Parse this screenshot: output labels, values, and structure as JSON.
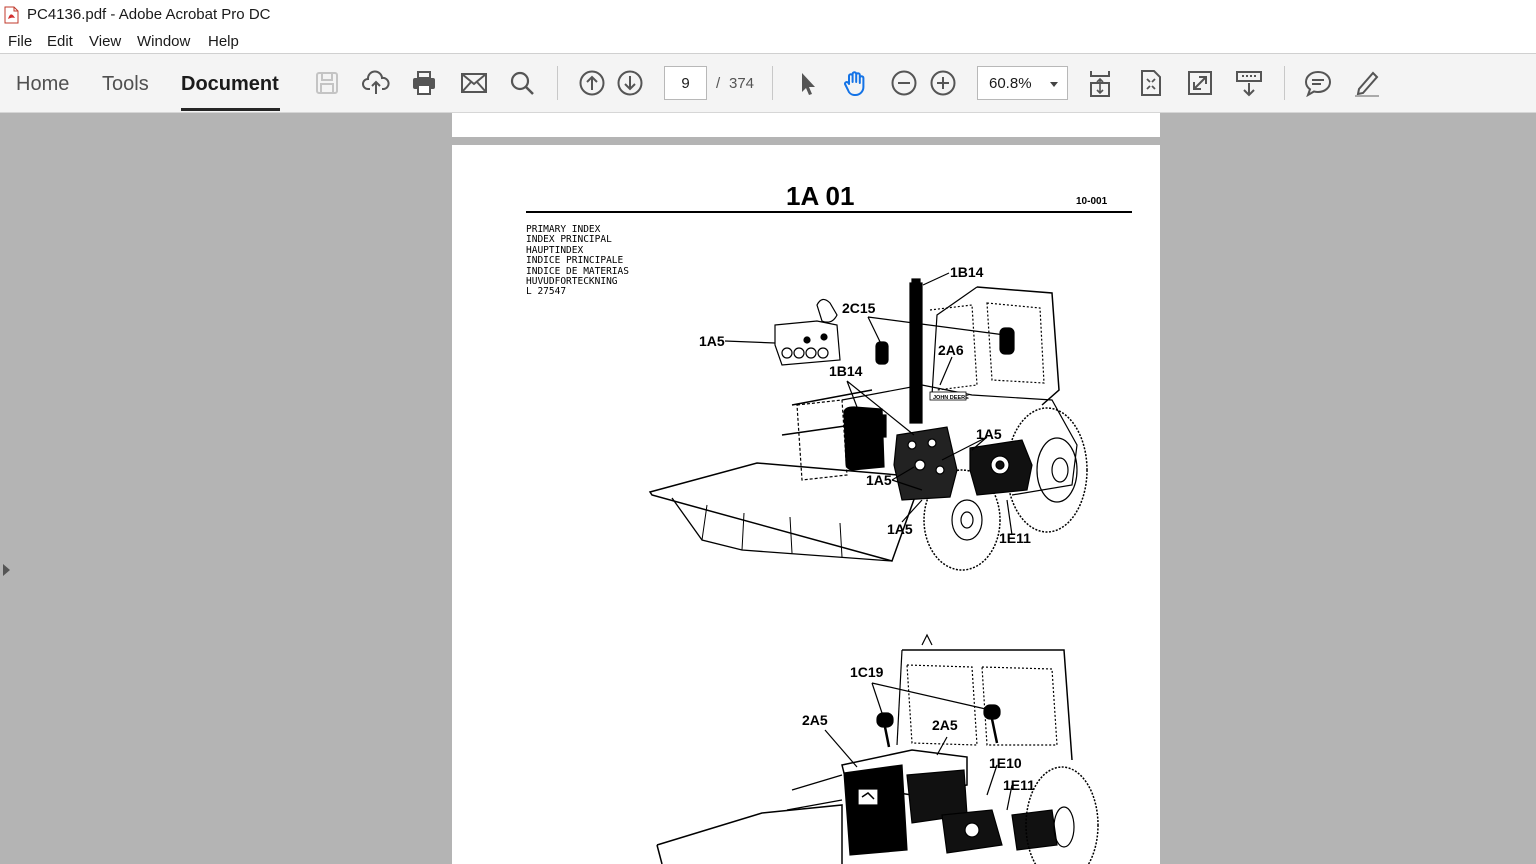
{
  "window": {
    "title": "PC4136.pdf - Adobe Acrobat Pro DC"
  },
  "menu": {
    "items": [
      "File",
      "Edit",
      "View",
      "Window",
      "Help"
    ]
  },
  "toolbar": {
    "tabs": [
      "Home",
      "Tools",
      "Document"
    ],
    "active_tab": "Document",
    "page_current": "9",
    "page_separator": "/",
    "page_total": "374",
    "zoom": "60.8%",
    "icons": [
      "save-icon",
      "upload-cloud-icon",
      "print-icon",
      "email-icon",
      "search-icon",
      "prev-page-icon",
      "next-page-icon",
      "select-cursor-icon",
      "hand-tool-icon",
      "zoom-out-icon",
      "zoom-in-icon",
      "scroll-mode-icon",
      "fit-page-icon",
      "full-screen-icon",
      "read-mode-icon",
      "comment-icon",
      "sign-pen-icon"
    ]
  },
  "document": {
    "page_title": "1A 01",
    "page_code": "10-001",
    "index_lines": [
      "PRIMARY INDEX",
      "INDEX PRINCIPAL",
      "HAUPTINDEX",
      "INDICE PRINCIPALE",
      "INDICE DE MATERIAS",
      "HUVUDFORTECKNING",
      "L 27547"
    ],
    "callouts_top": [
      "1B14",
      "2C15",
      "1A5",
      "2A6",
      "1B14",
      "1A5",
      "1A5",
      "1A5",
      "1E11"
    ],
    "callouts_bottom": [
      "1C19",
      "2A5",
      "2A5",
      "1E10",
      "1E11"
    ],
    "decal_text": "JOHN DEERE"
  },
  "colors": {
    "toolbar_bg": "#f4f4f4",
    "canvas_bg": "#b4b4b4",
    "icon_gray": "#555555",
    "icon_blue": "#1473e6"
  }
}
